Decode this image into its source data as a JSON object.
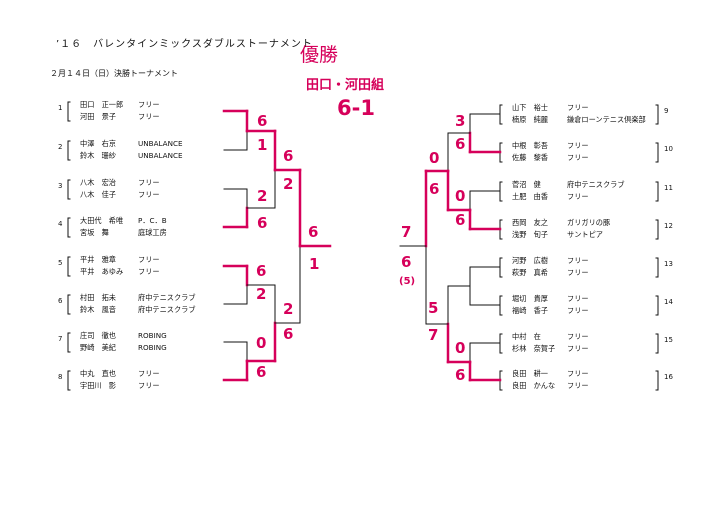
{
  "header": {
    "title": "’１６　バレンタインミックスダブルストーナメント",
    "subtitle": "２月１４日（日）決勝トーナメント",
    "winner_head": "優勝",
    "winner_name": "田口・河田組",
    "final_score": "6-1"
  },
  "colors": {
    "ink": "#111111",
    "highlight": "#d6005a",
    "background": "#ffffff"
  },
  "left_entries": [
    {
      "seed": "1",
      "players": [
        {
          "name": "田口　正一郎",
          "club": "フリー"
        },
        {
          "name": "河田　景子",
          "club": "フリー"
        }
      ]
    },
    {
      "seed": "2",
      "players": [
        {
          "name": "中澤　右京",
          "club": "UNBALANCE"
        },
        {
          "name": "鈴木　珊紗",
          "club": "UNBALANCE"
        }
      ]
    },
    {
      "seed": "3",
      "players": [
        {
          "name": "八木　宏治",
          "club": "フリー"
        },
        {
          "name": "八木　佳子",
          "club": "フリー"
        }
      ]
    },
    {
      "seed": "4",
      "players": [
        {
          "name": "大田代　希唯",
          "club": "P．C．B"
        },
        {
          "name": "宮坂　舞",
          "club": "庭球工房"
        }
      ]
    },
    {
      "seed": "5",
      "players": [
        {
          "name": "平井　雅章",
          "club": "フリー"
        },
        {
          "name": "平井　あゆみ",
          "club": "フリー"
        }
      ]
    },
    {
      "seed": "6",
      "players": [
        {
          "name": "村田　拓未",
          "club": "府中テニスクラブ"
        },
        {
          "name": "鈴木　風音",
          "club": "府中テニスクラブ"
        }
      ]
    },
    {
      "seed": "7",
      "players": [
        {
          "name": "庄司　徹也",
          "club": "ROBING"
        },
        {
          "name": "野崎　美紀",
          "club": "ROBING"
        }
      ]
    },
    {
      "seed": "8",
      "players": [
        {
          "name": "中丸　直也",
          "club": "フリー"
        },
        {
          "name": "宇田川　影",
          "club": "フリー"
        }
      ]
    }
  ],
  "right_entries": [
    {
      "seed": "9",
      "players": [
        {
          "name": "山下　裕士",
          "club": "フリー"
        },
        {
          "name": "楠原　純麗",
          "club": "鎌倉ローンテニス倶楽部"
        }
      ]
    },
    {
      "seed": "10",
      "players": [
        {
          "name": "中根　彰吾",
          "club": "フリー"
        },
        {
          "name": "佐藤　黎香",
          "club": "フリー"
        }
      ]
    },
    {
      "seed": "11",
      "players": [
        {
          "name": "菅沼　健",
          "club": "府中テニスクラブ"
        },
        {
          "name": "土肥　由香",
          "club": "フリー"
        }
      ]
    },
    {
      "seed": "12",
      "players": [
        {
          "name": "西岡　友之",
          "club": "ガリガリの豚"
        },
        {
          "name": "浅野　旬子",
          "club": "サントピア"
        }
      ]
    },
    {
      "seed": "13",
      "players": [
        {
          "name": "河野　広樹",
          "club": "フリー"
        },
        {
          "name": "萩野　真希",
          "club": "フリー"
        }
      ]
    },
    {
      "seed": "14",
      "players": [
        {
          "name": "堀切　貴厚",
          "club": "フリー"
        },
        {
          "name": "福崎　香子",
          "club": "フリー"
        }
      ]
    },
    {
      "seed": "15",
      "players": [
        {
          "name": "中村　在",
          "club": "フリー"
        },
        {
          "name": "杉林　奈賀子",
          "club": "フリー"
        }
      ]
    },
    {
      "seed": "16",
      "players": [
        {
          "name": "良田　耕一",
          "club": "フリー"
        },
        {
          "name": "良田　かんな",
          "club": "フリー"
        }
      ]
    }
  ],
  "scores": {
    "left_r1": [
      "6",
      "1",
      "2",
      "6",
      "6",
      "2",
      "0",
      "6"
    ],
    "left_r2": [
      "6",
      "2",
      "2",
      "6"
    ],
    "left_sf": [
      "6",
      "1"
    ],
    "right_r1": [
      "3",
      "6",
      "0",
      "6",
      "",
      "",
      "0",
      "6"
    ],
    "right_r2": [
      "0",
      "6",
      "5",
      "7"
    ],
    "right_sf": [
      "7",
      "6"
    ],
    "right_sf_note": "(5)"
  }
}
